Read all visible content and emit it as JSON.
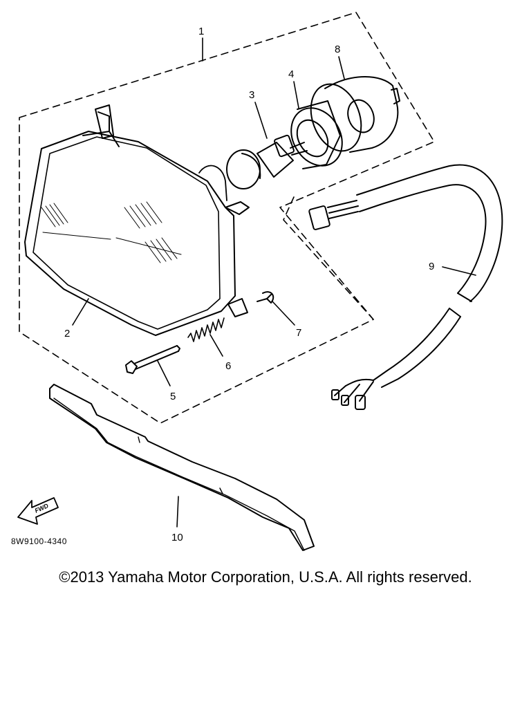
{
  "callouts": {
    "c1": "1",
    "c2": "2",
    "c3": "3",
    "c4": "4",
    "c5": "5",
    "c6": "6",
    "c7": "7",
    "c8": "8",
    "c9": "9",
    "c10": "10"
  },
  "fwd_label": "FWD",
  "part_code": "8W9100-4340",
  "copyright": "©2013 Yamaha Motor Corporation, U.S.A. All rights reserved."
}
